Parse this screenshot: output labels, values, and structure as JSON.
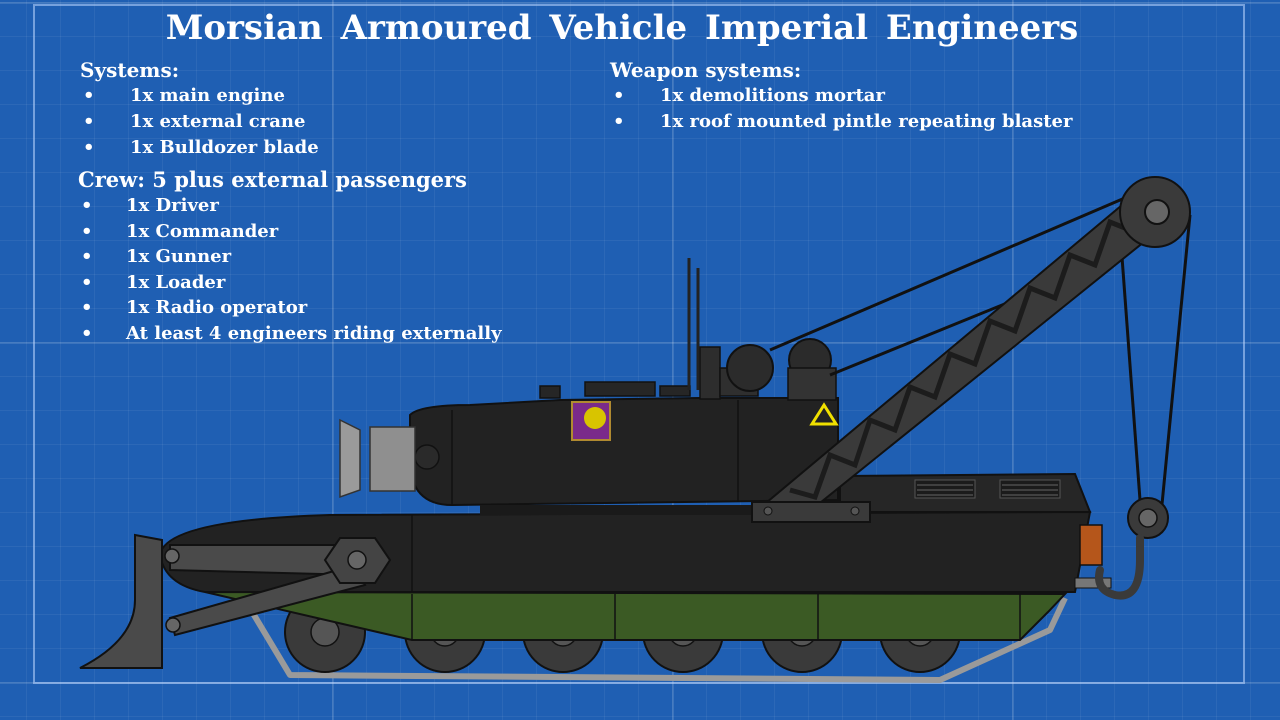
{
  "title": "Morsian Armoured Vehicle Imperial Engineers",
  "systems": {
    "heading": "Systems:",
    "items": [
      "1x main engine",
      "1x external crane",
      "1x Bulldozer blade"
    ]
  },
  "weapons": {
    "heading": "Weapon systems:",
    "items": [
      "1x demolitions mortar",
      "1x roof mounted pintle repeating blaster"
    ]
  },
  "crew": {
    "heading": "Crew: 5 plus external passengers",
    "items": [
      "1x Driver",
      "1x Commander",
      "1x Gunner",
      "1x Loader",
      "1x Radio operator",
      "At least 4 engineers riding externally"
    ]
  },
  "bullet": "•",
  "colors": {
    "background": "#1f5fb3",
    "hull": "#222222",
    "hull_lower": "#3b5a24",
    "crane": "#3a3a3a",
    "marking": "#f0e000"
  }
}
